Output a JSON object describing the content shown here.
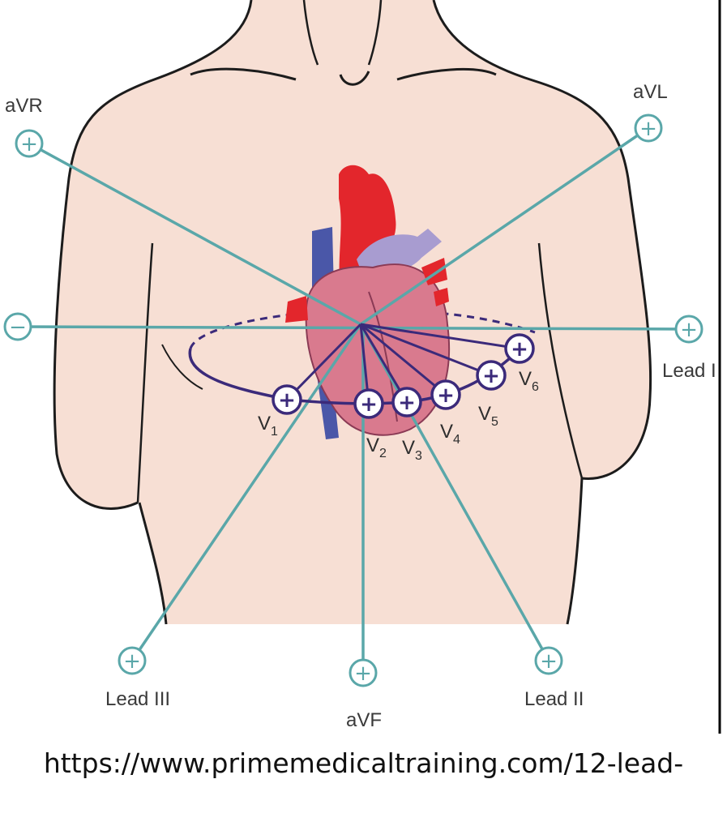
{
  "limb_leads": {
    "avr": "aVR",
    "avl": "aVL",
    "lead_i": "Lead I",
    "lead_ii": "Lead II",
    "lead_iii": "Lead III",
    "avf": "aVF"
  },
  "precordial_leads": [
    {
      "letter": "V",
      "sub": "1"
    },
    {
      "letter": "V",
      "sub": "2"
    },
    {
      "letter": "V",
      "sub": "3"
    },
    {
      "letter": "V",
      "sub": "4"
    },
    {
      "letter": "V",
      "sub": "5"
    },
    {
      "letter": "V",
      "sub": "6"
    }
  ],
  "electrode_symbols": {
    "positive": "+",
    "negative": "−"
  },
  "caption": "https://www.primemedicaltraining.com/12-lead-",
  "colors": {
    "skin": "#f7dfd4",
    "outline": "#1c1c1c",
    "lead_line": "#5aa7a9",
    "precordial": "#3b2a7a",
    "aorta": "#e3262c",
    "vena_cava": "#4a57a8",
    "pulmonary": "#a89cd0",
    "heart": "#d97a8e"
  }
}
